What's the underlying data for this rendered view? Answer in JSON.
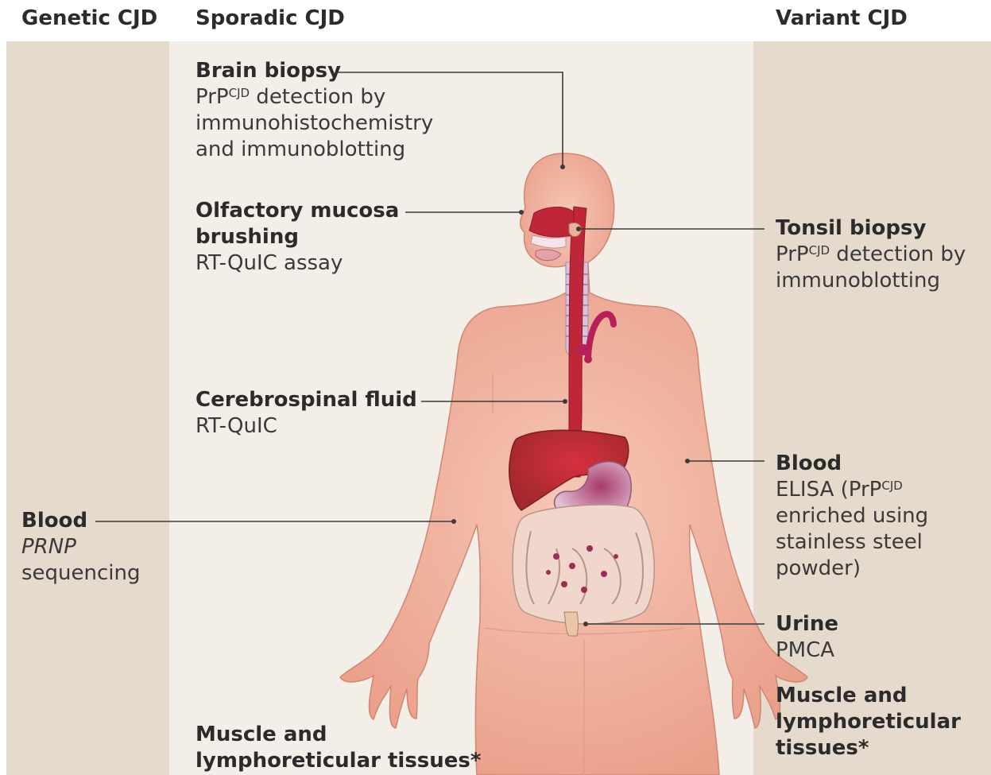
{
  "columns": {
    "genetic": "Genetic CJD",
    "sporadic": "Sporadic CJD",
    "variant": "Variant CJD"
  },
  "labels": {
    "brain_biopsy": {
      "title": "Brain biopsy",
      "line1_pre": "PrP",
      "line1_sup": "CJD",
      "line1_post": " detection by",
      "line2": "immunohistochemistry",
      "line3": "and immunoblotting"
    },
    "olfactory": {
      "title1": "Olfactory mucosa",
      "title2": "brushing",
      "line1": "RT-QuIC assay"
    },
    "csf": {
      "title": "Cerebrospinal fluid",
      "line1": "RT-QuIC"
    },
    "genetic_blood": {
      "title": "Blood",
      "line1": "PRNP",
      "line2": "sequencing"
    },
    "sporadic_muscle": {
      "title1": "Muscle and",
      "title2": "lymphoreticular tissues*"
    },
    "tonsil": {
      "title": "Tonsil biopsy",
      "line1_pre": "PrP",
      "line1_sup": "CJD",
      "line1_post": " detection by",
      "line2": "immunoblotting"
    },
    "variant_blood": {
      "title": "Blood",
      "line1_pre": "ELISA (PrP",
      "line1_sup": "CJD",
      "line2": "enriched using",
      "line3": "stainless steel",
      "line4": "powder)"
    },
    "urine": {
      "title": "Urine",
      "line1": "PMCA"
    },
    "variant_muscle": {
      "title1": "Muscle and",
      "title2": "lymphoreticular",
      "title3": "tissues*"
    }
  },
  "colors": {
    "skin": "#f2b6a4",
    "skin_shade": "#e89a86",
    "organ_red": "#c0263a",
    "liver": "#a3292e",
    "stomach": "#c89ab8",
    "intestine": "#f1d7cf",
    "trachea": "#d8c4d6",
    "band": "#e5dacb",
    "mid": "#f3eee8"
  }
}
